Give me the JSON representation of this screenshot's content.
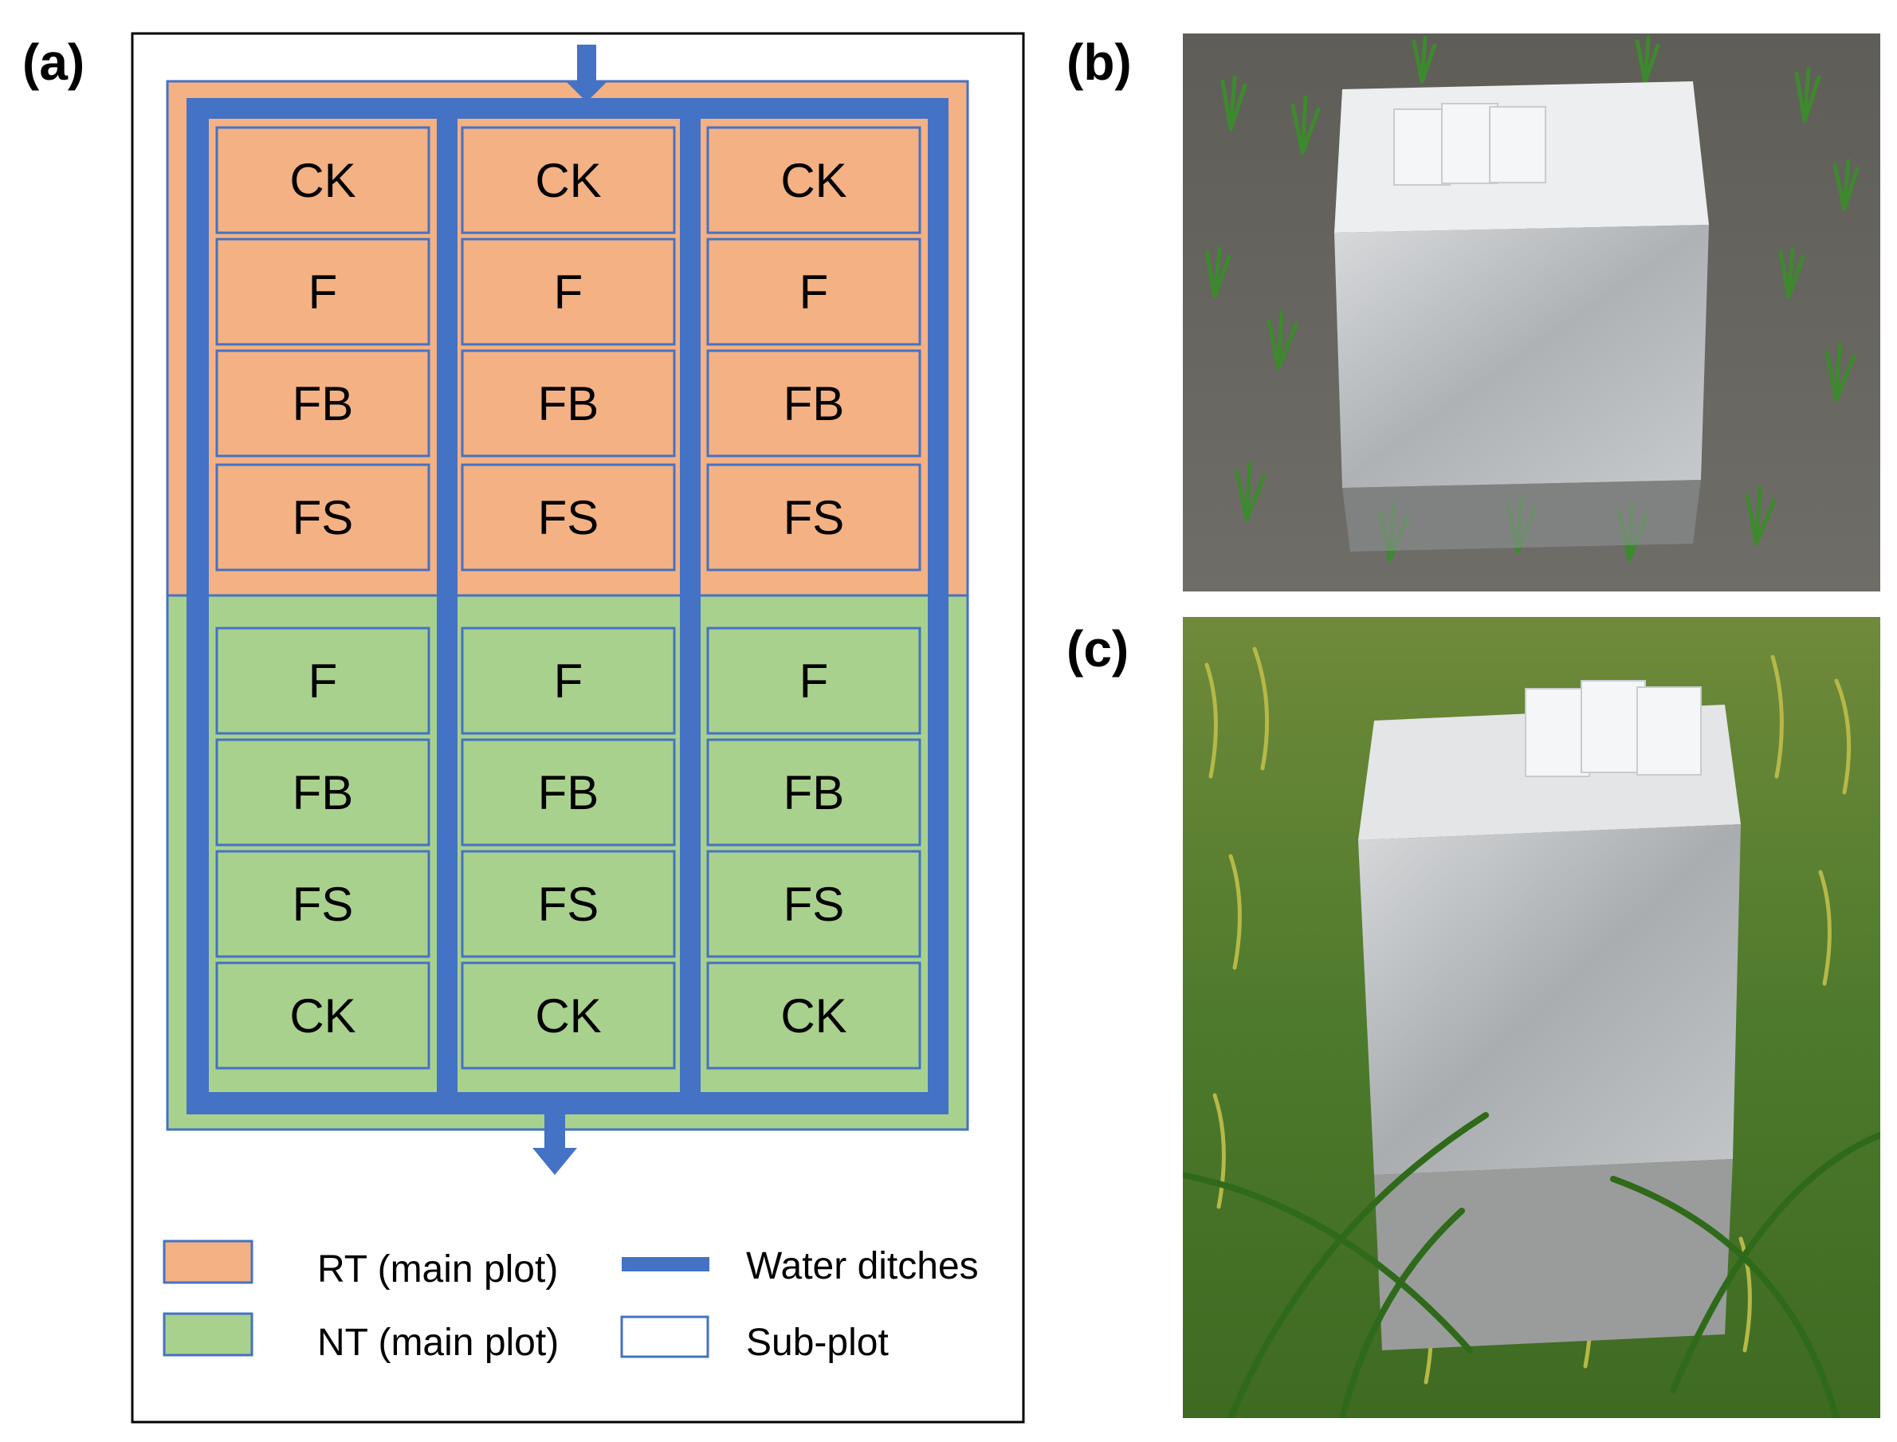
{
  "panels": {
    "a": "(a)",
    "b": "(b)",
    "c": "(c)"
  },
  "colors": {
    "rt_fill": "#F4B183",
    "nt_fill": "#A9D18E",
    "ditch": "#4472C4",
    "subplot_border": "#4472C4",
    "frame": "#000000"
  },
  "rt_rows": [
    [
      "CK",
      "CK",
      "CK"
    ],
    [
      "F",
      "F",
      "F"
    ],
    [
      "FB",
      "FB",
      "FB"
    ],
    [
      "FS",
      "FS",
      "FS"
    ]
  ],
  "nt_rows": [
    [
      "F",
      "F",
      "F"
    ],
    [
      "FB",
      "FB",
      "FB"
    ],
    [
      "FS",
      "FS",
      "FS"
    ],
    [
      "CK",
      "CK",
      "CK"
    ]
  ],
  "legend": {
    "rt": "RT (main plot)",
    "nt": "NT (main plot)",
    "ditches": "Water ditches",
    "subplot": "Sub-plot"
  },
  "photos": {
    "b": "static-chamber-in-flooded-paddy-photo",
    "c": "static-chamber-in-mature-rice-photo"
  }
}
